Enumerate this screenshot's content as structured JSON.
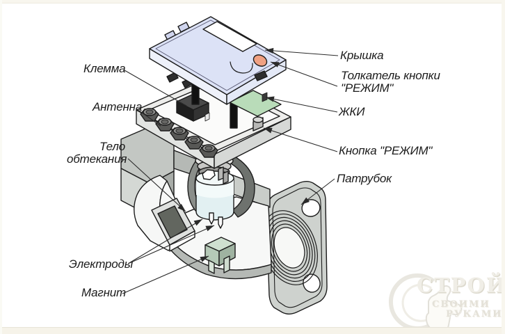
{
  "diagram": {
    "type": "exploded-technical-illustration",
    "subject": "electromagnetic flow meter assembly",
    "callouts": {
      "klemma": {
        "label": "Клемма"
      },
      "antenna": {
        "label": "Антенна"
      },
      "flow_body": {
        "label": "Тело",
        "label2": "обтекания"
      },
      "electrodes": {
        "label": "Электроды"
      },
      "magnet": {
        "label": "Магнит"
      },
      "cover": {
        "label": "Крышка"
      },
      "pusher": {
        "label": "Толкатель кнопки",
        "label2": "\"РЕЖИМ\""
      },
      "lcd": {
        "label": "ЖКИ"
      },
      "mode_button": {
        "label": "Кнопка \"РЕЖИМ\""
      },
      "pipe": {
        "label": "Патрубок"
      }
    },
    "watermark": {
      "line1": "СТРОЙ",
      "line2": "СВОИМИ",
      "line3": "РУКАМИ"
    },
    "colors": {
      "line": "#1c1c1c",
      "cover_top": "#dce2f6",
      "cover_side": "#ebeffa",
      "display_window": "#ffffff",
      "mode_pusher_button": "#f0a183",
      "lcd_pcb": "#b9dcb9",
      "flow_body_cylinder": "#e2f0f2",
      "magnet_plate": "#cddfce",
      "body_gray": "#cdd1cd",
      "gland_metal": "#5a5a5a",
      "watermark_gray": "#e8e6df",
      "frame_cream": "#f6f3e9"
    }
  }
}
